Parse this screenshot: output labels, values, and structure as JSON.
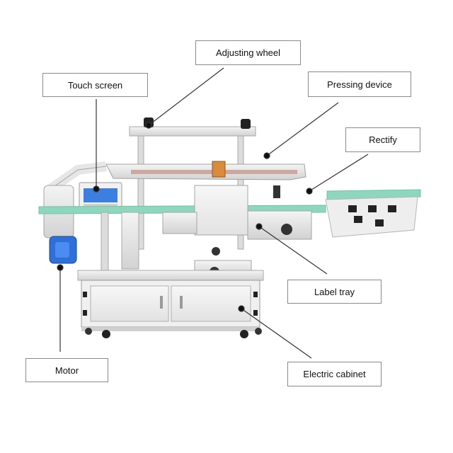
{
  "figure": {
    "callouts": {
      "adjusting_wheel": "Adjusting wheel",
      "touch_screen": "Touch screen",
      "pressing_device": "Pressing device",
      "rectify": "Rectify",
      "label_tray": "Label tray",
      "motor": "Motor",
      "electric_cabinet": "Electric cabinet"
    },
    "colors": {
      "frame": "#e4e4e4",
      "frame_shadow": "#b9b9b9",
      "conveyor_green": "#6cc4a8",
      "motor_blue": "#2e6fd8",
      "screen_blue": "#3c7fe0",
      "dark_parts": "#222222",
      "leader_line": "#333333"
    }
  }
}
